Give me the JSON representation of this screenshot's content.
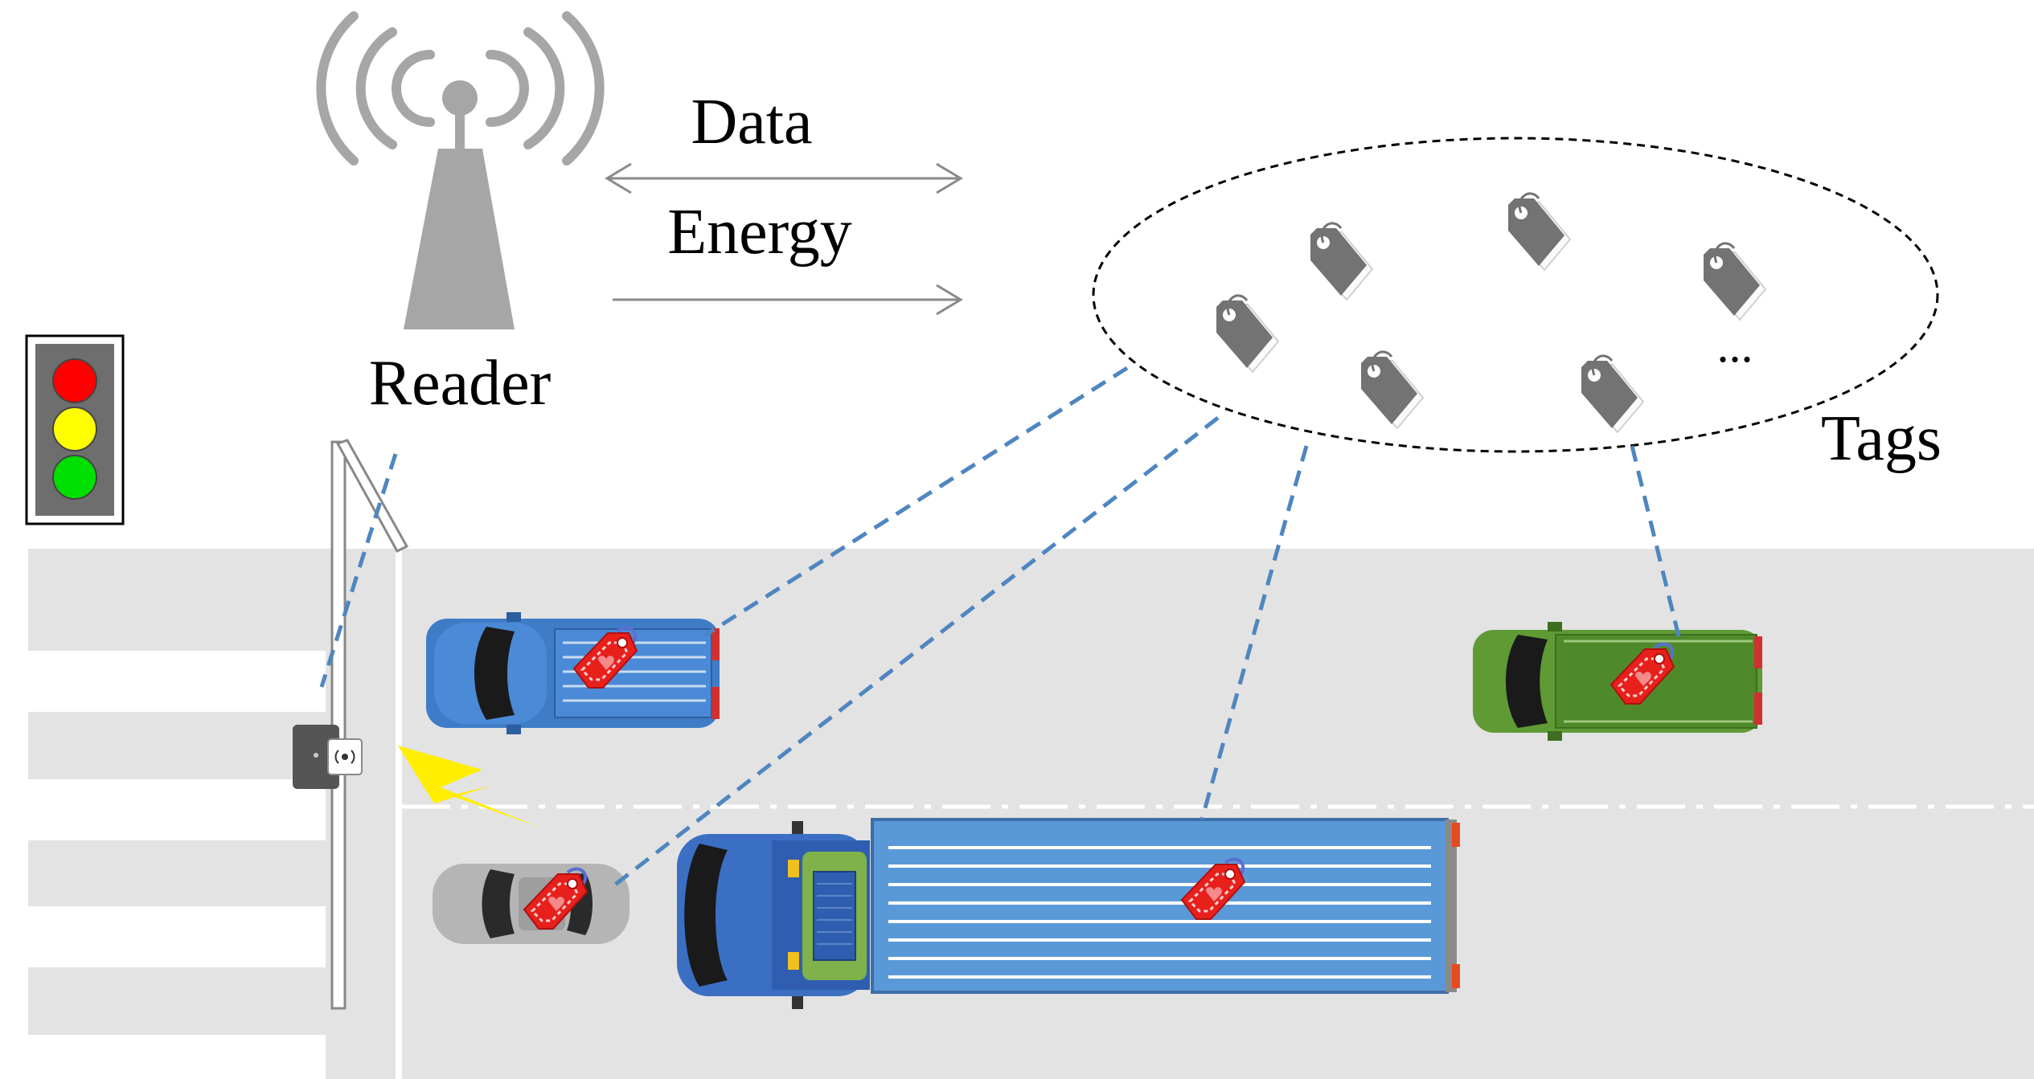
{
  "labels": {
    "data": "Data",
    "energy": "Energy",
    "reader": "Reader",
    "tags": "Tags",
    "ellipsis": "..."
  },
  "icons": {
    "reader": "antenna-tower-icon",
    "tag": "rfid-tag-icon",
    "vehicle_tag": "red-rfid-tag-icon",
    "traffic_light": "traffic-light-icon",
    "roadside_reader": "roadside-reader-icon",
    "signal": "lightning-bolt-icon"
  },
  "colors": {
    "road": "#e3e3e3",
    "link_line": "#4f86c0",
    "tower": "#a6a6a6",
    "tag_gray": "#737373",
    "vehicle_tag_red": "#e8201c",
    "truck_blue": "#3b6fc4",
    "trailer_blue": "#5a99d8",
    "suv_blue": "#4a8ad6",
    "van_green": "#5f9a35",
    "car_silver": "#b5b5b5",
    "light_red": "#ff0000",
    "light_yellow": "#ffff00",
    "light_green": "#00e000",
    "bolt_yellow": "#ffee00"
  }
}
